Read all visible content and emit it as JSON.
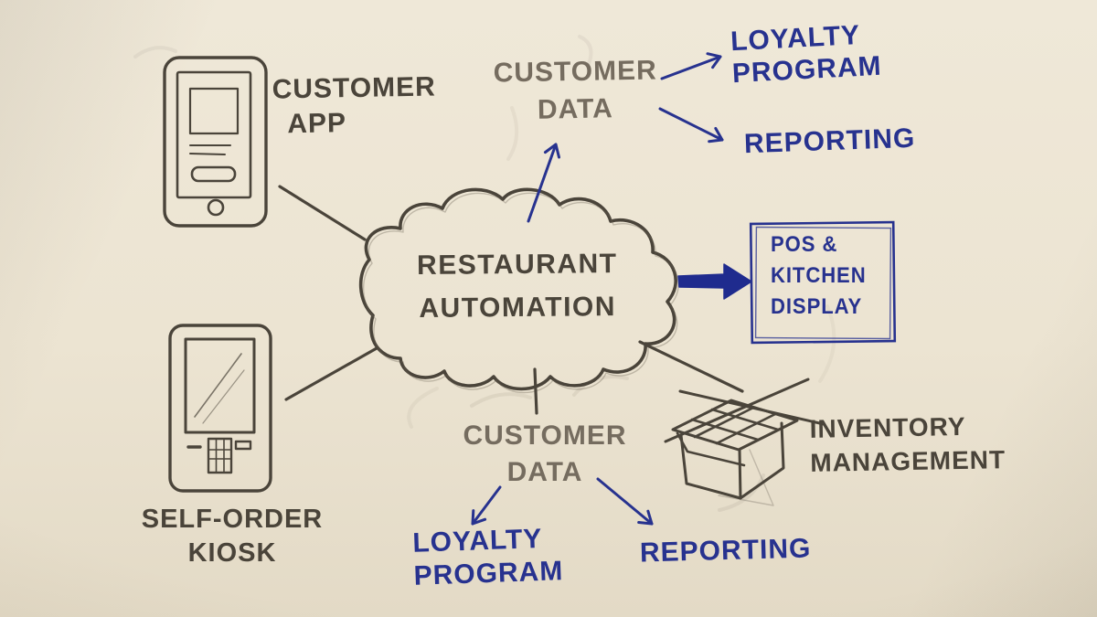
{
  "cloud": {
    "line1": "RESTAURANT",
    "line2": "AUTOMATION"
  },
  "nodes": {
    "customer_app": {
      "line1": "CUSTOMER",
      "line2": "APP"
    },
    "self_order_kiosk": {
      "line1": "SELF-ORDER",
      "line2": "KIOSK"
    },
    "customer_data_top": {
      "line1": "CUSTOMER",
      "line2": "DATA"
    },
    "loyalty_program_top": {
      "line1": "LOYALTY",
      "line2": "PROGRAM"
    },
    "reporting_top": {
      "label": "REPORTING"
    },
    "pos_kitchen_display": {
      "line1": "POS &",
      "line2": "KITCHEN",
      "line3": "DISPLAY"
    },
    "inventory_management": {
      "line1": "INVENTORY",
      "line2": "MANAGEMENT"
    },
    "customer_data_bottom": {
      "line1": "CUSTOMER",
      "line2": "DATA"
    },
    "loyalty_program_bottom": {
      "line1": "LOYALTY",
      "line2": "PROGRAM"
    },
    "reporting_bottom": {
      "label": "REPORTING"
    }
  },
  "edges": [
    {
      "from": "customer-app",
      "to": "restaurant-automation",
      "style": "pencil-line"
    },
    {
      "from": "self-order-kiosk",
      "to": "restaurant-automation",
      "style": "pencil-line"
    },
    {
      "from": "restaurant-automation",
      "to": "customer-data-top",
      "style": "blue-arrow"
    },
    {
      "from": "customer-data-top",
      "to": "loyalty-program-top",
      "style": "blue-arrow"
    },
    {
      "from": "customer-data-top",
      "to": "reporting-top",
      "style": "blue-arrow"
    },
    {
      "from": "restaurant-automation",
      "to": "pos-kitchen-display",
      "style": "thick-blue-arrow"
    },
    {
      "from": "restaurant-automation",
      "to": "inventory-management",
      "style": "pencil-line"
    },
    {
      "from": "restaurant-automation",
      "to": "customer-data-bottom",
      "style": "pencil-line"
    },
    {
      "from": "customer-data-bottom",
      "to": "loyalty-program-bottom",
      "style": "blue-arrow"
    },
    {
      "from": "customer-data-bottom",
      "to": "reporting-bottom",
      "style": "blue-arrow"
    }
  ],
  "icons": [
    {
      "name": "smartphone-icon"
    },
    {
      "name": "kiosk-icon"
    },
    {
      "name": "cloud-icon"
    },
    {
      "name": "cardboard-box-icon"
    }
  ],
  "colors": {
    "paper": "#ece4d2",
    "pencil_dark": "#4a443a",
    "pencil_gray": "#756c5f",
    "ink_blue": "#27328f",
    "ink_blue_dark": "#1f2b8e"
  }
}
